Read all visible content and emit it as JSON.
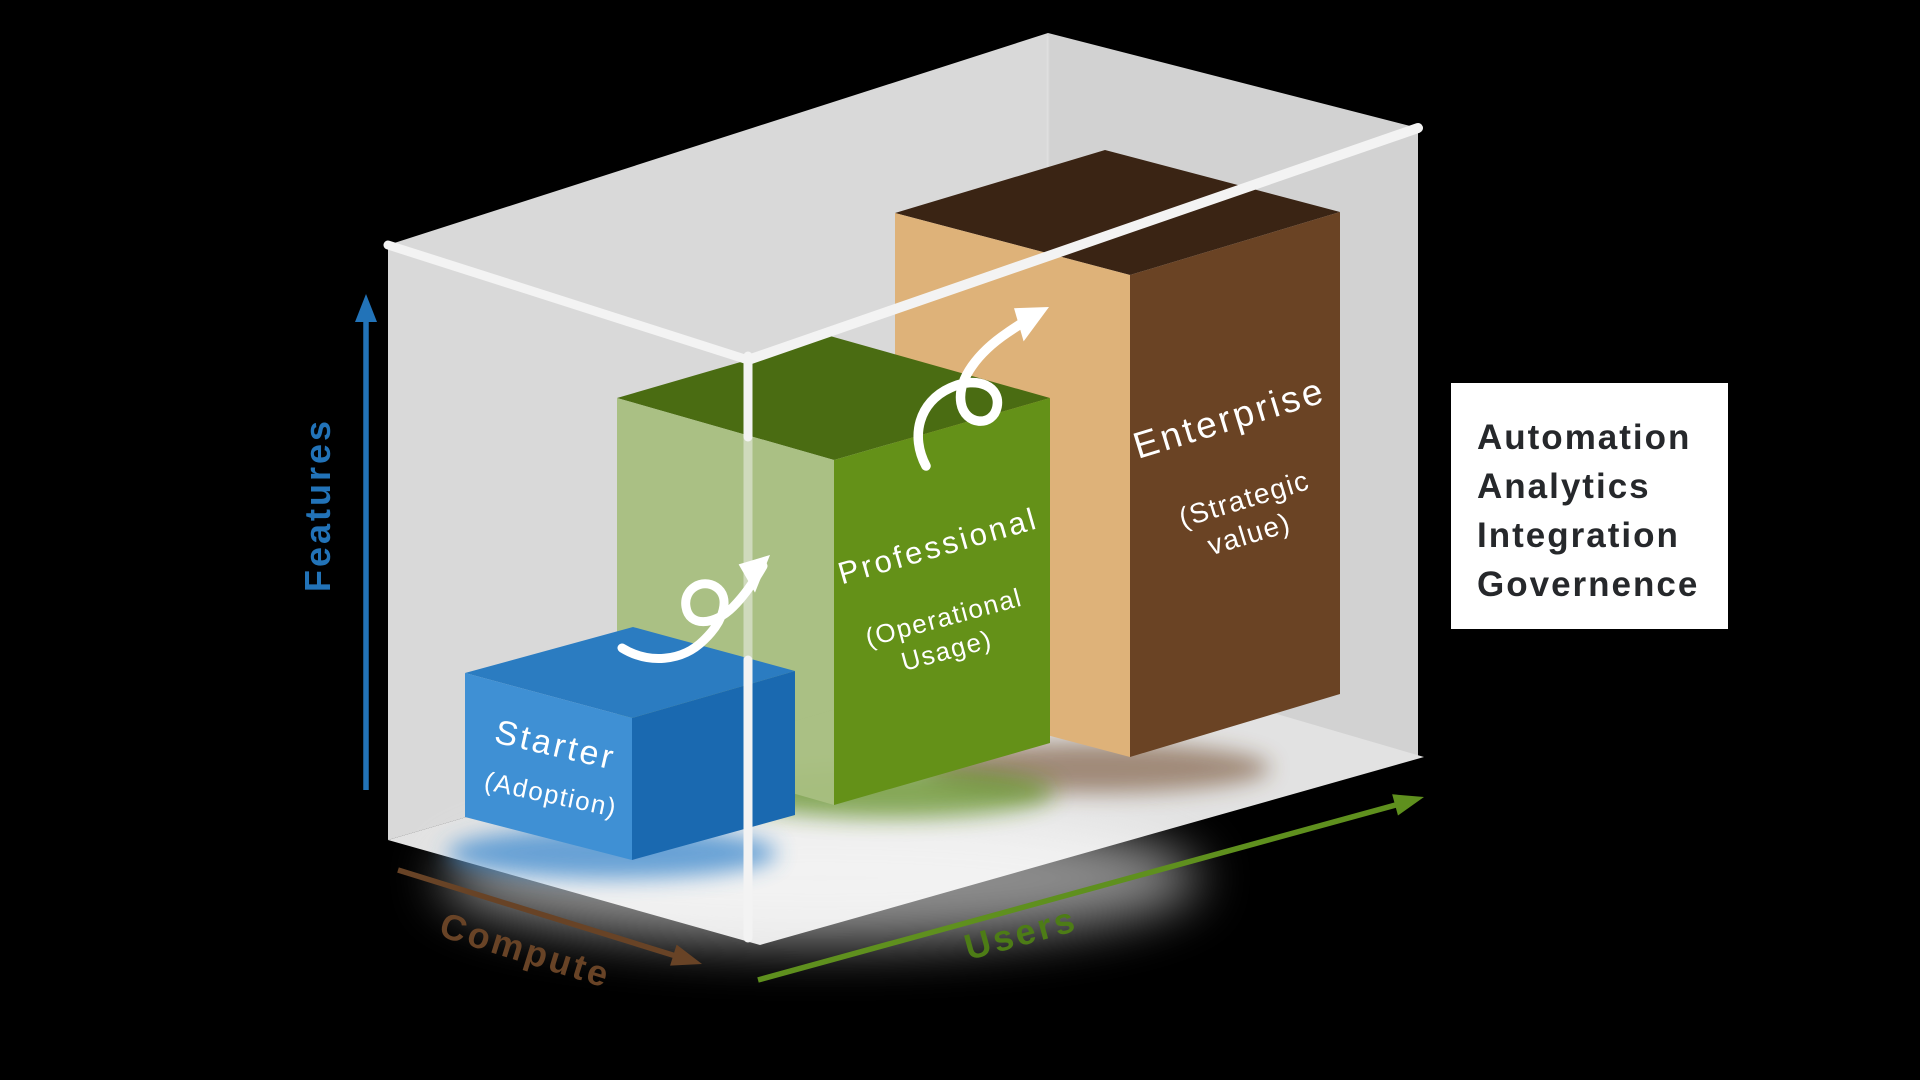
{
  "scene": {
    "background": "#000000"
  },
  "container": {
    "wall_left": "#d9d9d9",
    "wall_right": "#d2d2d2",
    "floor": "#e2e2e2",
    "edge_highlight": "#f3f3f3"
  },
  "axes": {
    "features": {
      "label": "Features",
      "color": "#2273b8"
    },
    "compute": {
      "label": "Compute",
      "color": "#684326"
    },
    "users": {
      "label": "Users",
      "label_color": "#4d7c16",
      "arrow_color": "#5f901e"
    }
  },
  "tiers": [
    {
      "name": "Starter",
      "subtitle": "(Adoption)",
      "top": "#2b7cc1",
      "front": "#3f90d4",
      "side": "#1a69b0",
      "glow": "#3a87cc",
      "text": "#ffffff"
    },
    {
      "name": "Professional",
      "subtitle_line1": "(Operational",
      "subtitle_line2": "Usage)",
      "top": "#4a6c12",
      "front": "#a8be80",
      "side": "#649118",
      "glow": "#5d8e1d",
      "text": "#ffffff"
    },
    {
      "name": "Enterprise",
      "subtitle_line1": "(Strategic",
      "subtitle_line2": "value)",
      "top": "#3a2414",
      "front": "#deb279",
      "side": "#6a4324",
      "glow": "#6a4324",
      "text": "#ffffff"
    }
  ],
  "arrows": {
    "color": "#ffffff"
  },
  "legend": {
    "background": "#ffffff",
    "text_color": "#26282b",
    "items": [
      "Automation",
      "Analytics",
      "Integration",
      "Governence"
    ]
  }
}
